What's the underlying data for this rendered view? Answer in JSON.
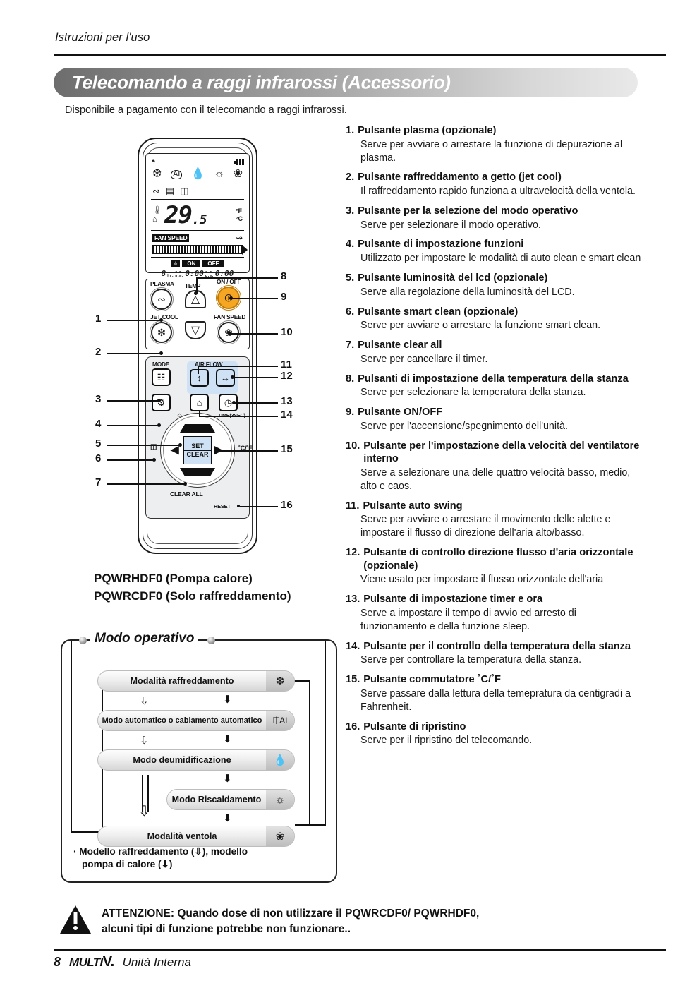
{
  "header": {
    "running_head": "Istruzioni per l'uso",
    "title": "Telecomando a raggi infrarossi (Accessorio)",
    "subtitle": "Disponibile a pagamento con il telecomando a raggi infrarossi."
  },
  "descriptions": [
    {
      "num": "1.",
      "title": "Pulsante plasma (opzionale)",
      "body": "Serve per avviare o arrestare la funzione di depurazione al plasma."
    },
    {
      "num": "2.",
      "title": "Pulsante raffreddamento a getto (jet cool)",
      "body": "Il raffreddamento rapido funziona a ultravelocità della ventola."
    },
    {
      "num": "3.",
      "title": "Pulsante per la selezione del modo operativo",
      "body": "Serve per selezionare il modo operativo."
    },
    {
      "num": "4.",
      "title": "Pulsante di impostazione funzioni",
      "body": "Utilizzato per impostare le modalità di auto clean e smart clean"
    },
    {
      "num": "5.",
      "title": "Pulsante luminosità del lcd (opzionale)",
      "body": "Serve alla regolazione della luminosità del LCD."
    },
    {
      "num": "6.",
      "title": "Pulsante smart clean (opzionale)",
      "body": "Serve per avviare o arrestare la funzione smart clean."
    },
    {
      "num": "7.",
      "title": "Pulsante clear all",
      "body": "Serve per cancellare il timer."
    },
    {
      "num": "8.",
      "title": "Pulsanti di impostazione della temperatura della stanza",
      "body": "Serve per selezionare la temperatura della stanza."
    },
    {
      "num": "9.",
      "title": "Pulsante ON/OFF",
      "body": "Serve per l'accensione/spegnimento dell'unità."
    },
    {
      "num": "10.",
      "title": "Pulsante per l'impostazione della velocità del ventilatore interno",
      "body": "Serve a selezionare una delle quattro velocità basso, medio, alto e caos."
    },
    {
      "num": "11.",
      "title": "Pulsante auto swing",
      "body": "Serve per avviare o arrestare il movimento delle alette e impostare il flusso di direzione dell'aria alto/basso."
    },
    {
      "num": "12.",
      "title": "Pulsante di controllo direzione flusso d'aria orizzontale (opzionale)",
      "body": "Viene usato per impostare il flusso orizzontale dell'aria"
    },
    {
      "num": "13.",
      "title": "Pulsante di impostazione timer e ora",
      "body": "Serve a impostare il tempo di avvio ed arresto di funzionamento e della funzione sleep."
    },
    {
      "num": "14.",
      "title": "Pulsante per il controllo della temperatura della stanza",
      "body": "Serve per controllare la temperatura della stanza."
    },
    {
      "num": "15.",
      "title": "Pulsante commutatore ˚C/˚F",
      "body": "Serve passare dalla lettura della temepratura da centigradi a Fahrenheit."
    },
    {
      "num": "16.",
      "title": "Pulsante di ripristino",
      "body": "Serve per il ripristino del telecomando."
    }
  ],
  "remote": {
    "lcd": {
      "temp_integer": "29",
      "temp_decimal": ".5",
      "unit_f": "°F",
      "unit_c": "°C",
      "fan_speed_label": "FAN SPEED",
      "timer_on": "ON",
      "timer_off": "OFF",
      "hour_digit": "8",
      "hour_unit": "Hr.",
      "clock_on": "0:00",
      "clock_off": "0:00",
      "am": "a.m.",
      "pm": "p.m.",
      "mode_icons": [
        "snowflake-icon",
        "ai-auto-icon",
        "dehumidify-drop-icon",
        "sun-heat-icon",
        "fan-icon"
      ],
      "function_icons": [
        "plasma-icon",
        "auto-clean-icon",
        "smart-clean-icon"
      ],
      "signal_icon": "ir-signal-icon",
      "battery_icon": "battery-icon"
    },
    "buttons": {
      "plasma": "PLASMA",
      "jet_cool": "JET COOL",
      "temp": "TEMP",
      "on_off": "ON / OFF",
      "fan_speed": "FAN SPEED",
      "mode": "MODE",
      "air_flow": "AIR FLOW",
      "time_3sec": "TIME(3SEC)",
      "set": "SET",
      "clear": "CLEAR",
      "clear_all": "CLEAR ALL",
      "reset": "RESET",
      "cf_switch": "˚C/˚F"
    },
    "callouts_left": [
      "1",
      "2",
      "3",
      "4",
      "5",
      "6",
      "7"
    ],
    "callouts_right": [
      "8",
      "9",
      "10",
      "11",
      "12",
      "13",
      "14",
      "15",
      "16"
    ],
    "model_line1": "PQWRHDF0 (Pompa calore)",
    "model_line2": "PQWRCDF0 (Solo raffreddamento)"
  },
  "flow": {
    "title": "Modo operativo",
    "steps": [
      {
        "label": "Modalità raffreddamento",
        "icon": "snowflake-icon"
      },
      {
        "label": "Modo automatico o cabiamento automatico",
        "icon": "ai-auto-icon"
      },
      {
        "label": "Modo deumidificazione",
        "icon": "dehumidify-drop-icon"
      },
      {
        "label": "Modo Riscaldamento",
        "icon": "sun-heat-icon"
      },
      {
        "label": "Modalità ventola",
        "icon": "fan-icon"
      }
    ],
    "note_line1": "· Modello raffreddamento (⇩), modello",
    "note_line2": "pompa di calore (⬇)"
  },
  "caution": {
    "line1": "ATTENZIONE: Quando dose di non utilizzare il PQWRCDF0/ PQWRHDF0,",
    "line2": "alcuni tipi di funzione potrebbe non funzionare..",
    "icon": "warning-triangle-icon"
  },
  "footer": {
    "page": "8",
    "brand": "MULTI",
    "brand_v": "V.",
    "section": "Unità Interna"
  },
  "colors": {
    "accent_orange": "#f5a623",
    "panel_blue": "#cfe2f5",
    "title_gradient_start": "#6d6d6d",
    "title_gradient_end": "#e9e9e9"
  }
}
